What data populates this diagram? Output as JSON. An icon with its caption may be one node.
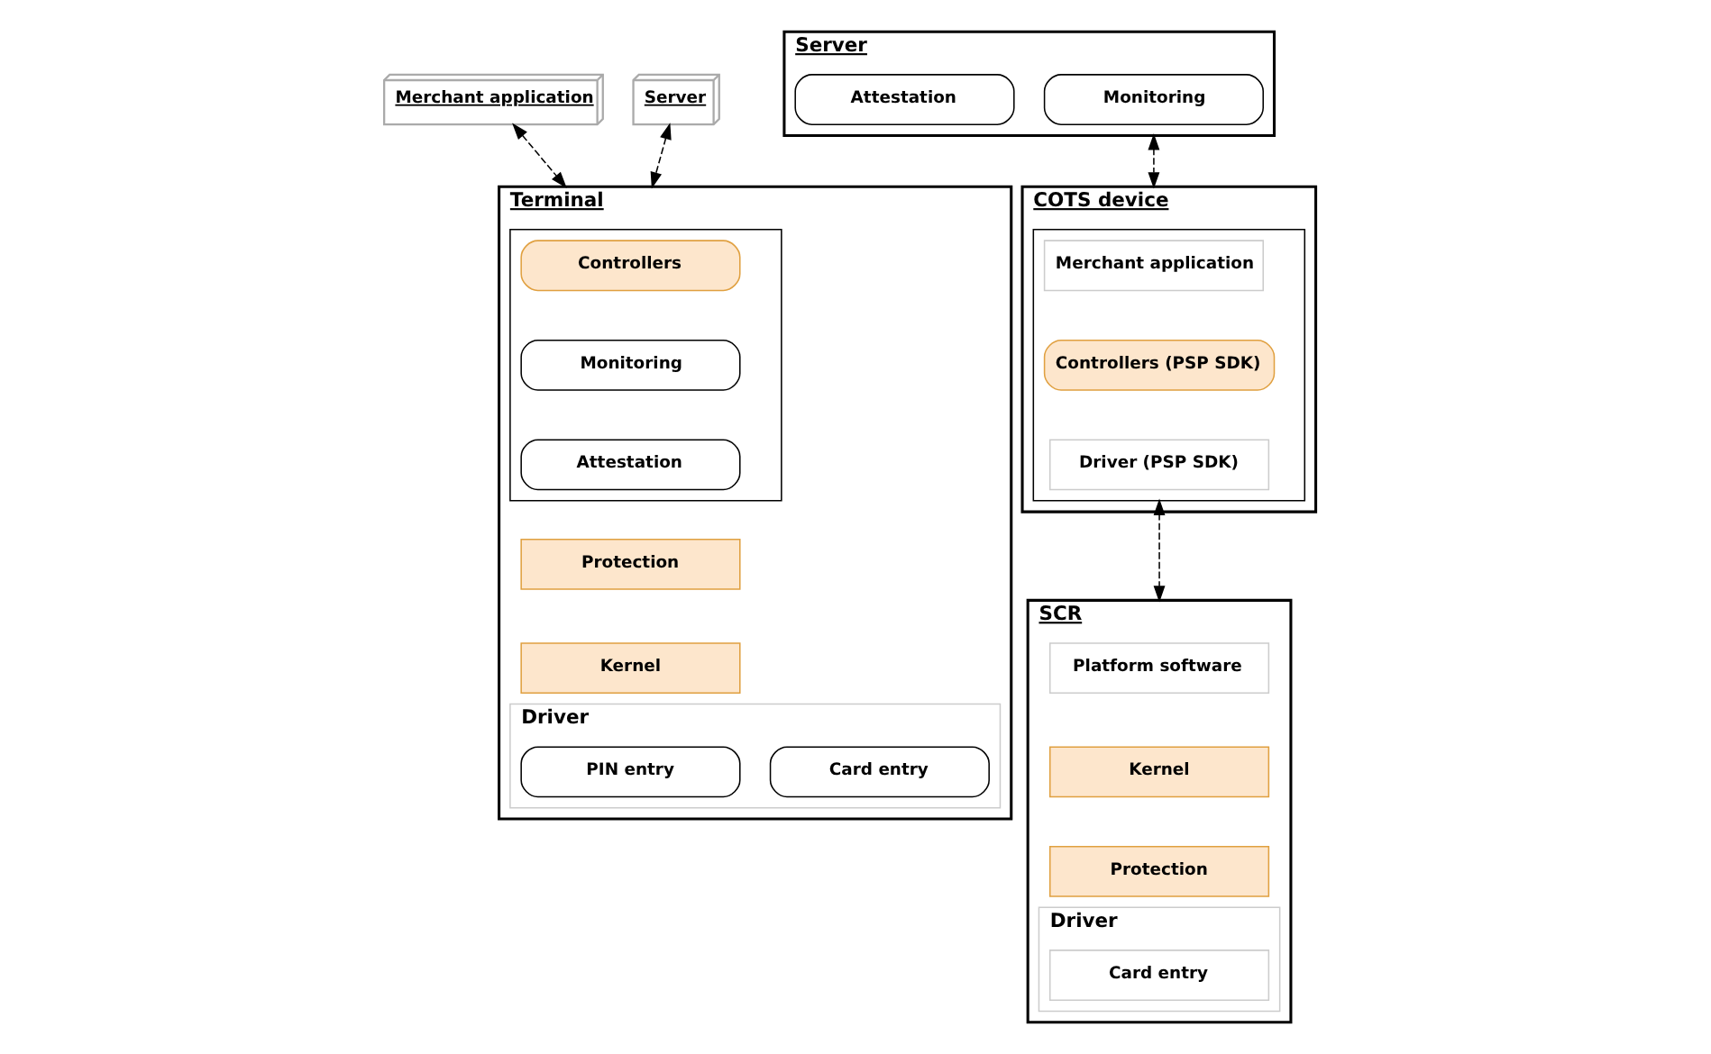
{
  "diagram": {
    "nodes": [
      {
        "text": [
          "Merchant application"
        ]
      },
      {
        "text": [
          "Server"
        ]
      },
      {
        "text": [
          "Terminal"
        ]
      },
      {
        "text": [],
        "shape": "box",
        "in": 2
      },
      {
        "text": [
          "Controllers"
        ],
        "in": 3
      },
      {
        "text": [
          "Monitoring"
        ],
        "in": 3
      },
      {
        "text": [
          "Attestation"
        ],
        "in": 3
      },
      {
        "text": [
          "Protection"
        ],
        "in": 2
      },
      {
        "text": [
          "Kernel"
        ],
        "in": 2
      },
      {
        "text": [
          "Driver"
        ],
        "in": 2
      },
      {
        "text": [
          "PIN entry"
        ],
        "in": 9
      },
      {
        "text": [
          "Card entry"
        ],
        "in": 9
      },
      {
        "text": [
          "Server"
        ]
      },
      {
        "text": [
          "Attestation"
        ],
        "in": 12
      },
      {
        "text": [
          "Monitoring"
        ],
        "in": 12
      },
      {
        "text": [
          "COTS device"
        ]
      },
      {
        "text": [],
        "shape": "box",
        "in": 15
      },
      {
        "text": [
          "Merchant application"
        ],
        "in": 16
      },
      {
        "text": [
          "Controllers (PSP SDK)"
        ],
        "in": 16
      },
      {
        "text": [
          "Driver (PSP SDK)"
        ],
        "in": 16
      },
      {
        "text": [
          "SCR"
        ]
      },
      {
        "text": [
          "Platform software"
        ],
        "in": 20
      },
      {
        "text": [
          "Kernel"
        ],
        "in": 20
      },
      {
        "text": [
          "Protection"
        ],
        "in": 20
      },
      {
        "text": [
          "Driver"
        ],
        "in": 20
      },
      {
        "text": [
          "Card entry"
        ],
        "in": 24
      }
    ],
    "edges": [
      {
        "from": 0,
        "to": 2,
        "arrow": "both",
        "style": "dashed"
      },
      {
        "from": 1,
        "to": 2,
        "arrow": "both",
        "style": "dashed"
      },
      {
        "from": 12,
        "to": 15,
        "arrow": "both",
        "style": "dashed"
      },
      {
        "from": 16,
        "to": 20,
        "arrow": "both",
        "style": "dashed"
      }
    ]
  }
}
